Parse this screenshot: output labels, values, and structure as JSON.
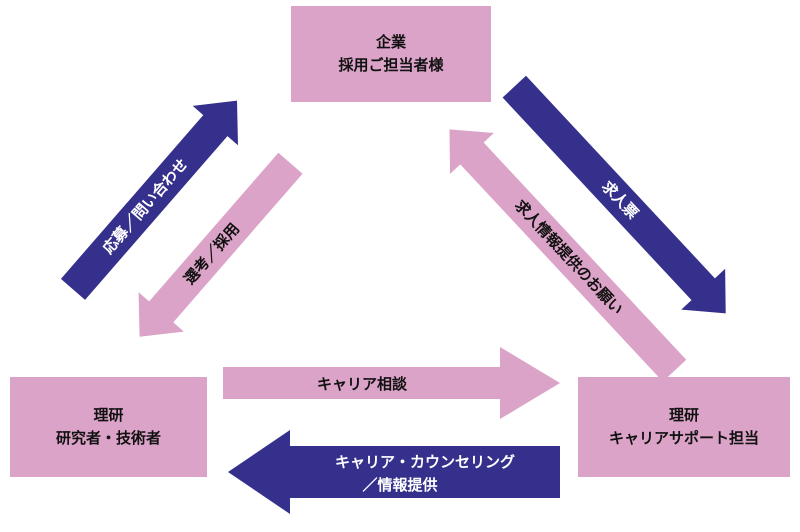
{
  "nodes": {
    "company": {
      "line1": "企業",
      "line2": "採用ご担当者様"
    },
    "researcher": {
      "line1": "理研",
      "line2": "研究者・技術者"
    },
    "support": {
      "line1": "理研",
      "line2": "キャリアサポート担当"
    }
  },
  "arrows": {
    "apply_inquiry": "応募／問い合わせ",
    "selection_hiring": "選考／採用",
    "job_posting": "求人票",
    "request_job_info": "求人情報提供のお願い",
    "career_consult": "キャリア相談",
    "counseling_line1": "キャリア・カウンセリング",
    "counseling_line2": "／情報提供"
  },
  "colors": {
    "box": "#dca3c8",
    "pink_arrow": "#dca3c8",
    "navy_arrow": "#35308c"
  }
}
